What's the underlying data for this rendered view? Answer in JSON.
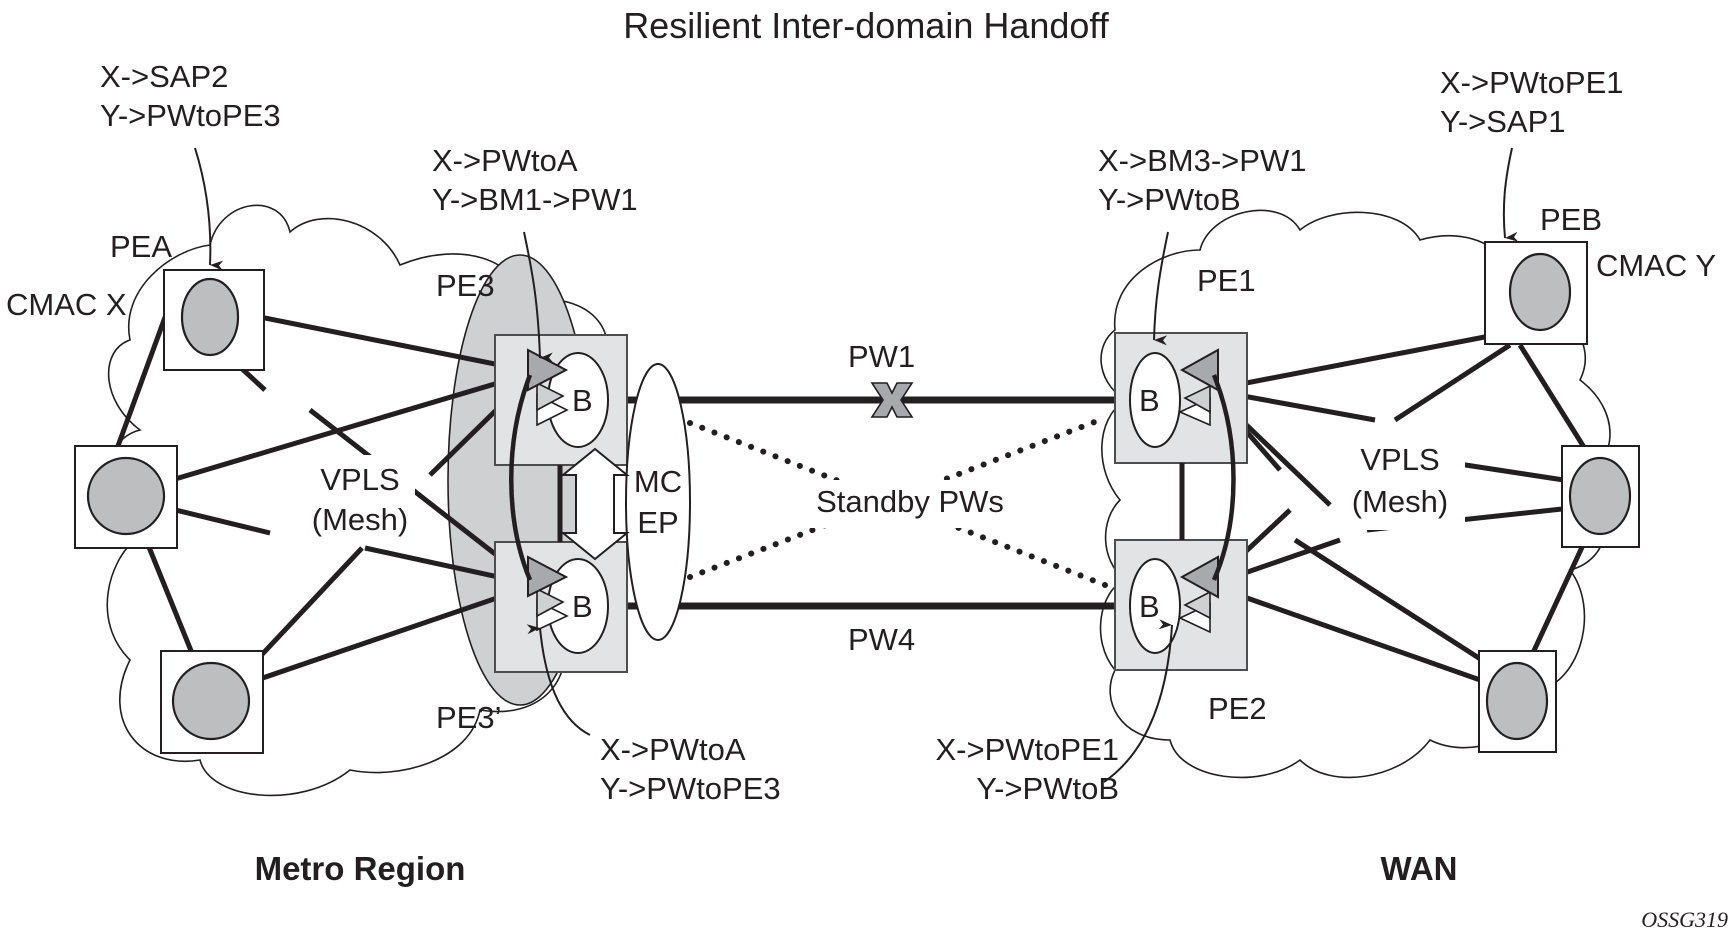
{
  "title": "Resilient Inter-domain Handoff",
  "figure_code": "OSSG319",
  "regions": {
    "left": "Metro Region",
    "right": "WAN"
  },
  "mesh_labels": {
    "line1": "VPLS",
    "line2": "(Mesh)"
  },
  "nodes": {
    "pea": "PEA",
    "peb": "PEB",
    "pe1": "PE1",
    "pe2": "PE2",
    "pe3": "PE3",
    "pe3_prime": "PE3’",
    "cmac_x": "CMAC X",
    "cmac_y": "CMAC Y",
    "bridge": "B"
  },
  "links": {
    "pw1": "PW1",
    "pw4": "PW4",
    "standby": "Standby PWs",
    "mc_ep_line1": "MC",
    "mc_ep_line2": "EP",
    "failure_mark": "X"
  },
  "fib_annotations": {
    "pea": [
      "X->SAP2",
      "Y->PWtoPE3"
    ],
    "pe3": [
      "X->PWtoA",
      "Y->BM1->PW1"
    ],
    "pe3_prime": [
      "X->PWtoA",
      "Y->PWtoPE3"
    ],
    "pe1": [
      "X->BM3->PW1",
      "Y->PWtoB"
    ],
    "pe2": [
      "X->PWtoPE1",
      "Y->PWtoB"
    ],
    "peb": [
      "X->PWtoPE1",
      "Y->SAP1"
    ]
  }
}
